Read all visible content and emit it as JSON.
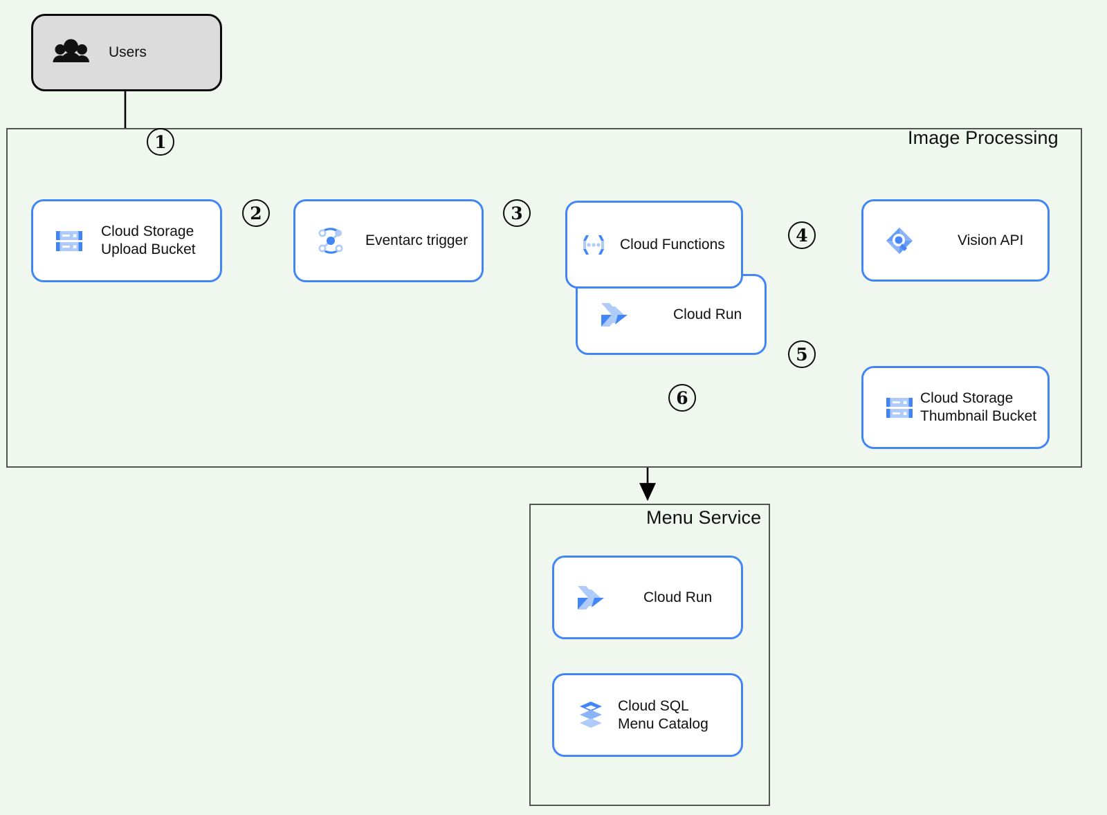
{
  "diagram": {
    "background_color": "#eff7ef",
    "node_border_color": "#4285f4",
    "container_border_color": "#4d5650",
    "arrow_color": "#000000"
  },
  "groups": [
    {
      "id": "image-processing",
      "title": "Image Processing"
    },
    {
      "id": "menu-service",
      "title": "Menu Service"
    }
  ],
  "nodes": {
    "users": {
      "label": "Users",
      "icon": "users-group-icon"
    },
    "upload_bucket": {
      "label": "Cloud Storage\nUpload Bucket",
      "icon": "cloud-storage-icon"
    },
    "eventarc": {
      "label": "Eventarc trigger",
      "icon": "eventarc-icon"
    },
    "cloud_functions": {
      "label": "Cloud Functions",
      "icon": "cloud-functions-icon"
    },
    "cloud_run": {
      "label": "Cloud Run",
      "icon": "cloud-run-icon"
    },
    "vision_api": {
      "label": "Vision API",
      "icon": "vision-api-icon"
    },
    "thumbnail_bucket": {
      "label": "Cloud Storage\nThumbnail Bucket",
      "icon": "cloud-storage-icon"
    },
    "menu_cloud_run": {
      "label": "Cloud Run",
      "icon": "cloud-run-icon"
    },
    "cloud_sql": {
      "label": "Cloud SQL\nMenu Catalog",
      "icon": "cloud-sql-icon"
    }
  },
  "steps": [
    {
      "id": "step-1",
      "label": "1"
    },
    {
      "id": "step-2",
      "label": "2"
    },
    {
      "id": "step-3",
      "label": "3"
    },
    {
      "id": "step-4",
      "label": "4"
    },
    {
      "id": "step-5",
      "label": "5"
    },
    {
      "id": "step-6",
      "label": "6"
    }
  ],
  "edges": [
    {
      "id": "users-to-upload-bucket",
      "from": "users",
      "to": "upload_bucket",
      "step": "1"
    },
    {
      "id": "upload-bucket-to-eventarc",
      "from": "upload_bucket",
      "to": "eventarc",
      "step": "2"
    },
    {
      "id": "eventarc-to-cloud-functions",
      "from": "eventarc",
      "to": "cloud_functions",
      "step": "3"
    },
    {
      "id": "cloud-run-to-vision-api",
      "from": "cloud_run",
      "to": "vision_api",
      "step": "4"
    },
    {
      "id": "cloud-run-to-thumbnail-bucket",
      "from": "cloud_run",
      "to": "thumbnail_bucket",
      "step": "5"
    },
    {
      "id": "cloud-run-to-menu-service",
      "from": "cloud_run",
      "to": "menu_cloud_run",
      "step": "6"
    },
    {
      "id": "menu-cloud-run-to-cloud-sql",
      "from": "menu_cloud_run",
      "to": "cloud_sql",
      "step": ""
    }
  ]
}
